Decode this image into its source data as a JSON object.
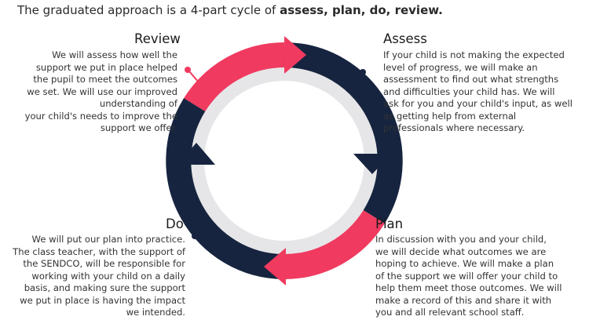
{
  "intro": {
    "prefix": "The graduated approach is a 4-part cycle of ",
    "emphasis": "assess, plan, do, review."
  },
  "stages": {
    "review": {
      "title": "Review",
      "lines": [
        "We will assess how well the",
        "support we put in place helped",
        "the pupil to meet the outcomes",
        "we set. We will use our improved",
        "understanding of",
        "your child's needs to improve the",
        "support we offer."
      ]
    },
    "assess": {
      "title": "Assess",
      "lines": [
        "If your child is not making the expected",
        "level of progress, we will make an",
        "assessment to find out what strengths",
        "and difficulties your child has.  We will",
        "ask for you and your child's input, as well",
        "as getting help from external",
        "professionals where necessary."
      ]
    },
    "do": {
      "title": "Do",
      "lines": [
        "We will put our plan into practice.",
        "The class teacher, with the support of",
        "the SENDCO, will be responsible for",
        "working with your child on a daily",
        "basis, and making sure the support",
        "we put in place is having the impact",
        "we intended."
      ]
    },
    "plan": {
      "title": "Plan",
      "lines": [
        "In discussion with you and your child,",
        "we will decide what outcomes we are",
        "hoping to achieve. We will make a plan",
        "of the support we will offer your child to",
        "help them meet those outcomes. We will",
        "make a record of this and share it with",
        "you and all relevant school staff."
      ]
    }
  },
  "colors": {
    "pink": "#f03a5f",
    "navy": "#16243f",
    "inner_ring": "#e6e6e8",
    "text": "#333333"
  }
}
